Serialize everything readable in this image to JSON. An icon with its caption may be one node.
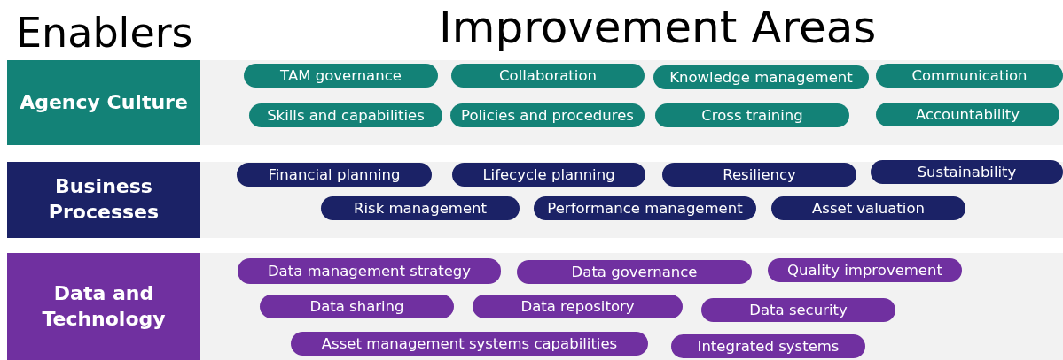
{
  "diagram": {
    "nodes": [
      {
        "text": [
          "Agency Culture"
        ]
      },
      {
        "text": [
          "TAM governance"
        ]
      },
      {
        "text": [
          "Collaboration"
        ]
      },
      {
        "text": [
          "Knowledge management"
        ]
      },
      {
        "text": [
          "Communication"
        ]
      },
      {
        "text": [
          "Skills and capabilities"
        ]
      },
      {
        "text": [
          "Policies and procedures"
        ]
      },
      {
        "text": [
          "Cross training"
        ]
      },
      {
        "text": [
          "Accountability"
        ]
      },
      {
        "text": [
          "Business Processes"
        ]
      },
      {
        "text": [
          "Financial planning"
        ]
      },
      {
        "text": [
          "Lifecycle planning"
        ]
      },
      {
        "text": [
          "Resiliency"
        ]
      },
      {
        "text": [
          "Sustainability"
        ]
      },
      {
        "text": [
          "Risk management"
        ]
      },
      {
        "text": [
          "Performance management"
        ]
      },
      {
        "text": [
          "Asset valuation"
        ]
      },
      {
        "text": [
          "Data and Technology"
        ]
      },
      {
        "text": [
          "Data management strategy"
        ]
      },
      {
        "text": [
          "Data governance"
        ]
      },
      {
        "text": [
          "Quality improvement"
        ]
      },
      {
        "text": [
          "Data sharing"
        ]
      },
      {
        "text": [
          "Data repository"
        ]
      },
      {
        "text": [
          "Data security"
        ]
      },
      {
        "text": [
          "Asset management systems capabilities"
        ]
      },
      {
        "text": [
          "Integrated systems"
        ]
      }
    ],
    "labels": [
      "Enablers",
      "Improvement Areas"
    ]
  }
}
